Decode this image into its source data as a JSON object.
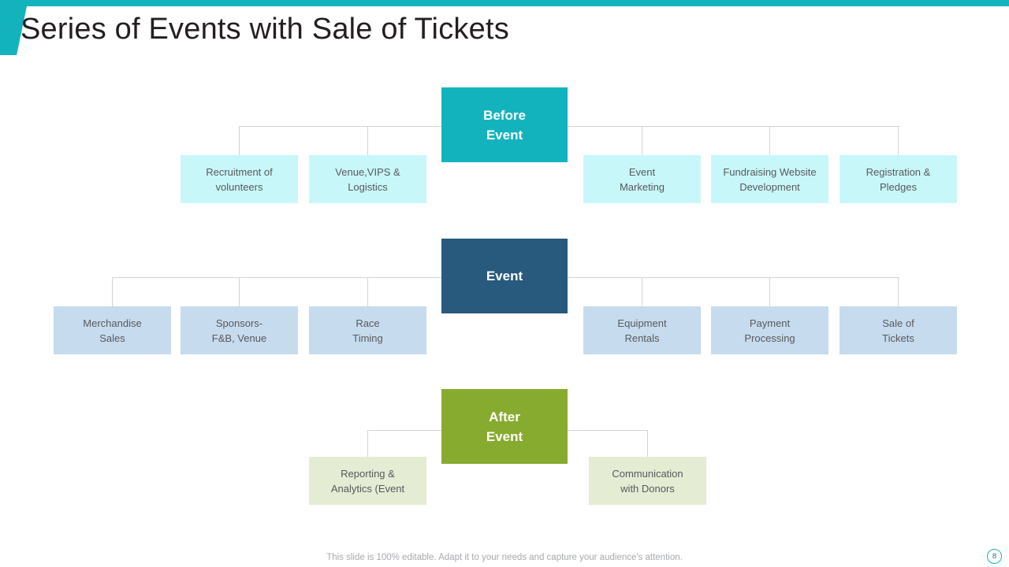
{
  "slide": {
    "title": "Series of Events with Sale of Tickets",
    "footer_note": "This slide is 100% editable. Adapt it to your needs and capture your audience's attention.",
    "page_number": "8",
    "accent_color": "#13b3bd"
  },
  "rows": [
    {
      "id": "before-event",
      "hub_label_line1": "Before",
      "hub_label_line2": "Event",
      "hub_color": "#13b3bd",
      "leaf_color": "#c8f7fa",
      "leaves": [
        {
          "line1": "Recruitment of",
          "line2": "volunteers"
        },
        {
          "line1": "Venue,VIPS  &",
          "line2": "Logistics"
        },
        {
          "line1": "Event",
          "line2": "Marketing"
        },
        {
          "line1": "Fundraising Website",
          "line2": "Development"
        },
        {
          "line1": "Registration &",
          "line2": "Pledges"
        }
      ]
    },
    {
      "id": "event",
      "hub_label_line1": "Event",
      "hub_label_line2": "",
      "hub_color": "#275a7c",
      "leaf_color": "#c6dcee",
      "leaves": [
        {
          "line1": "Merchandise",
          "line2": "Sales"
        },
        {
          "line1": "Sponsors-",
          "line2": "F&B, Venue"
        },
        {
          "line1": "Race",
          "line2": "Timing"
        },
        {
          "line1": "Equipment",
          "line2": "Rentals"
        },
        {
          "line1": "Payment",
          "line2": "Processing"
        },
        {
          "line1": "Sale of",
          "line2": "Tickets"
        }
      ]
    },
    {
      "id": "after-event",
      "hub_label_line1": "After",
      "hub_label_line2": "Event",
      "hub_color": "#87ab2e",
      "leaf_color": "#e4ecd4",
      "leaves": [
        {
          "line1": "Reporting &",
          "line2": "Analytics (Event"
        },
        {
          "line1": "Communication",
          "line2": "with Donors"
        }
      ]
    }
  ]
}
